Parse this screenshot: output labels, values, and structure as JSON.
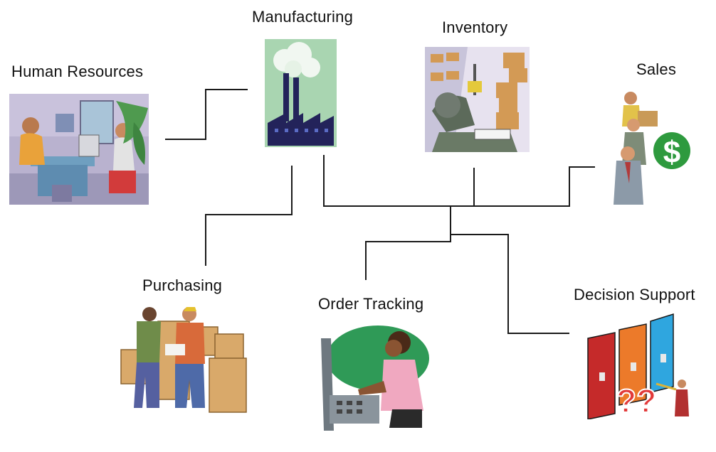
{
  "diagram": {
    "nodes": [
      {
        "id": "human-resources",
        "label": "Human Resources",
        "icon": "office-meeting-icon"
      },
      {
        "id": "manufacturing",
        "label": "Manufacturing",
        "icon": "factory-icon"
      },
      {
        "id": "inventory",
        "label": "Inventory",
        "icon": "warehouse-forklift-icon"
      },
      {
        "id": "sales",
        "label": "Sales",
        "icon": "sales-people-dollar-icon"
      },
      {
        "id": "purchasing",
        "label": "Purchasing",
        "icon": "purchasing-boxes-icon"
      },
      {
        "id": "order-tracking",
        "label": "Order Tracking",
        "icon": "operator-headset-icon"
      },
      {
        "id": "decision-support",
        "label": "Decision Support",
        "icon": "doors-question-icon"
      }
    ],
    "connector_color": "#1a1a1a"
  }
}
